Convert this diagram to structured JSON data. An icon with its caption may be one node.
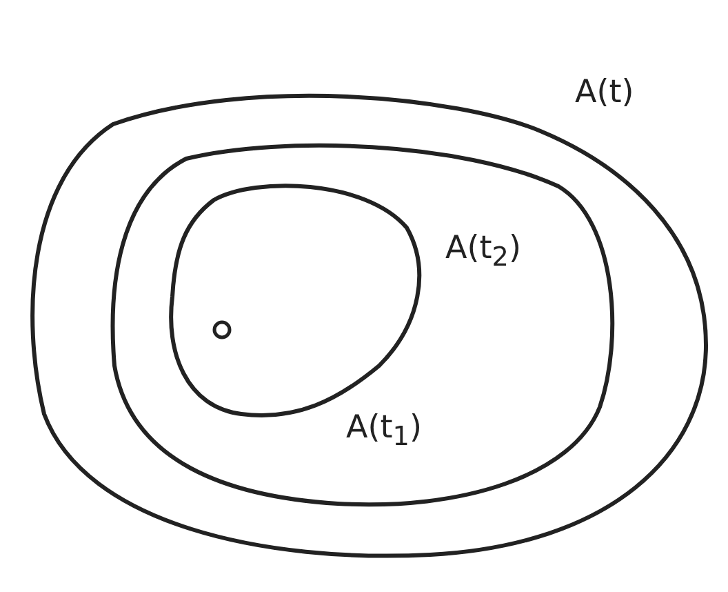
{
  "diagram": {
    "nodes": [
      {
        "text": [
          "A(t)"
        ]
      },
      {
        "text": [
          "A(t$_{2}$)"
        ],
        "in": 0
      },
      {
        "text": [
          "A(t$_{1}$)"
        ],
        "in": 1
      }
    ]
  }
}
